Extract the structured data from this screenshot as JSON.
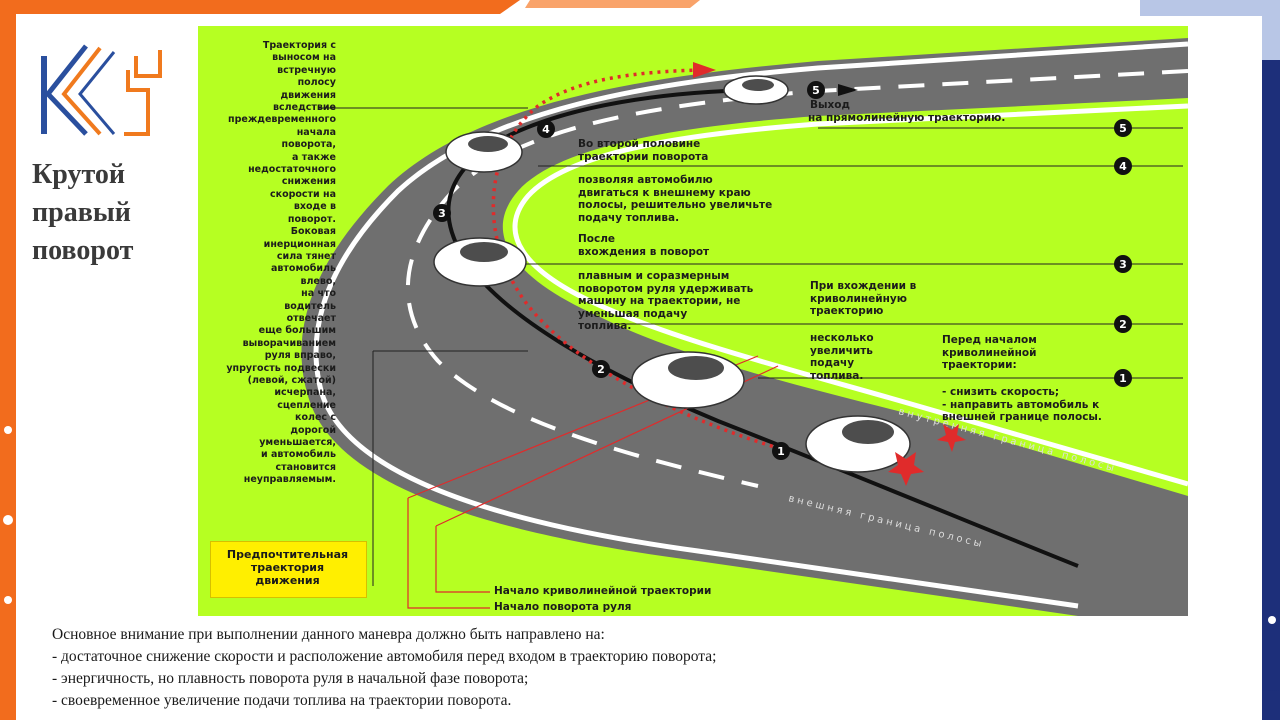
{
  "slide": {
    "title_lines": [
      "Крутой",
      "правый",
      "поворот"
    ],
    "logo": {
      "text": "К54",
      "colors": {
        "orange": "#f07a1e",
        "blue": "#2a4f9e"
      }
    },
    "colors": {
      "grass": "#b6ff22",
      "road": "#6f6f6f",
      "accent_red": "#e02b2b",
      "frame_orange": "#f26c1d",
      "frame_navy": "#1d2f7a"
    }
  },
  "diagram": {
    "left_text": "Траектория с выносом на встречную полосу движения вследствие преждевременного начала поворота, а также недостаточного снижения скорости на входе в поворот. Боковая инерционная сила тянет автомобиль влево, на что водитель отвечает еще большим выворачиванием руля вправо, упругость подвески (левой, сжатой) исчерпана, сцепление колес с дорогой уменьшается, и автомобиль становится неуправляемым.",
    "left_lines": [
      "Траектория с",
      "выносом на",
      "встречную",
      "полосу",
      "движения",
      "вследствие",
      "преждевременного",
      "начала",
      "поворота,",
      "а также",
      "недостаточного",
      "снижения",
      "скорости на",
      "входе в",
      "поворот.",
      "Боковая",
      "инерционная",
      "сила тянет",
      "автомобиль",
      "влево,",
      "на что",
      "водитель",
      "отвечает",
      "еще большим",
      "выворачиванием",
      "руля вправо,",
      "упругость подвески",
      "(левой, сжатой)",
      "исчерпана,",
      "сцепление",
      "колес с",
      "дорогой",
      "уменьшается,",
      "и автомобиль",
      "становится",
      "неуправляемым."
    ],
    "exit_label_1": "Выход",
    "exit_label_2": "на прямолинейную траекторию.",
    "step4_text_1": "Во второй половине",
    "step4_text_2": "траектории поворота",
    "step4_text_3": "позволяя автомобилю",
    "step4_text_4": "двигаться к внешнему краю",
    "step4_text_5": "полосы, решительно увеличьте",
    "step4_text_6": "подачу топлива.",
    "step3_text_1": "После",
    "step3_text_2": "вхождения в поворот",
    "step3_text_3": "плавным и соразмерным",
    "step3_text_4": "поворотом руля удерживать",
    "step3_text_5": "машину на траектории, не",
    "step3_text_6": "уменьшая подачу",
    "step3_text_7": "топлива.",
    "step2_text_1": "При вхождении в",
    "step2_text_2": "криволинейную",
    "step2_text_3": "траекторию",
    "step2_text_4": "несколько",
    "step2_text_5": "увеличить",
    "step2_text_6": "подачу",
    "step2_text_7": "топлива.",
    "step1_text_1": "Перед началом",
    "step1_text_2": "криволинейной",
    "step1_text_3": "траектории:",
    "step1_text_4": "- снизить скорость;",
    "step1_text_5": "- направить автомобиль к",
    "step1_text_6": "внешней границе полосы.",
    "legend": "Предпочтительная траектория движения",
    "legend_lines": [
      "Предпочтительная",
      "траектория",
      "движения"
    ],
    "start_curve": "Начало криволинейной траектории",
    "start_steer": "Начало поворота руля",
    "inner_border": "внутренняя граница полосы",
    "outer_border": "внешняя граница полосы",
    "step_numbers": [
      "1",
      "2",
      "3",
      "4",
      "5"
    ]
  },
  "notes": {
    "intro": "Основное внимание при выполнении данного маневра должно быть направлено на:",
    "items": [
      "- достаточное снижение скорости и расположение автомобиля перед входом в траекторию поворота;",
      "- энергичность, но плавность поворота руля в начальной фазе поворота;",
      "- своевременное увеличение подачи топлива на траектории поворота."
    ]
  }
}
